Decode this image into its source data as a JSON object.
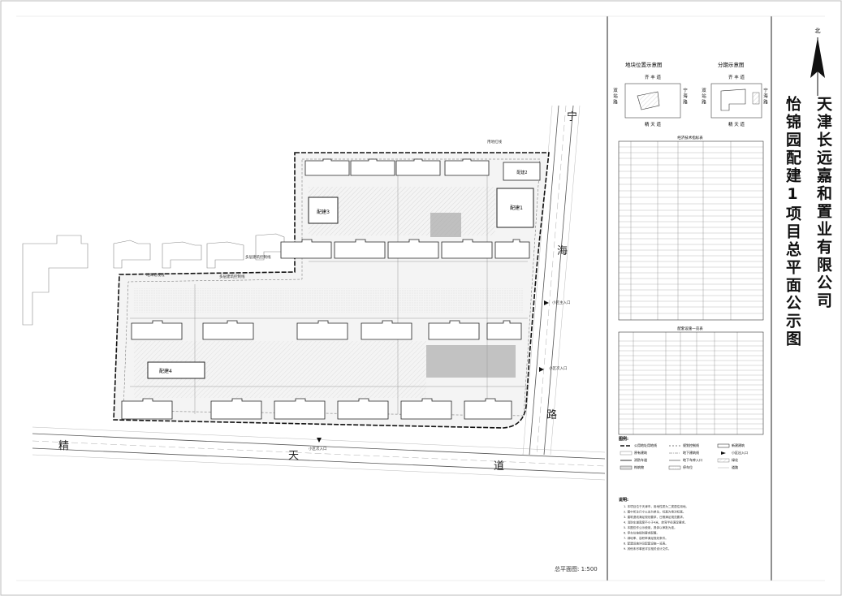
{
  "title": {
    "company": "天津长远嘉和置业有限公司",
    "project": "怡锦园配建1项目总平面公示图"
  },
  "north_label": "北",
  "scale_label": "总平面图: 1:500",
  "roads": {
    "east": [
      "宁",
      "海",
      "路"
    ],
    "south": [
      "精",
      "天",
      "道"
    ]
  },
  "buildings": {
    "pj1": "配建1",
    "pj2": "配建2",
    "pj3": "配建3",
    "pj4": "配建4"
  },
  "site_labels": {
    "entrance_main": "小区主入口",
    "entrance_secondary": "小区次入口",
    "entrance_south": "小区次入口",
    "boundary": "用地红线",
    "control_a": "多层建筑控制线",
    "control_b": "多层建筑控制线",
    "control_c": "地库退线线"
  },
  "panels": {
    "location_title": "地块位置示意图",
    "phase_title": "分期示意图",
    "loc_roads": {
      "top": "齐 丰 道",
      "left": "双 站 路",
      "right": "宁 海 路",
      "bottom": "精 天 道"
    },
    "econ_title": "经济技术指标表",
    "facility_title": "配套设施一览表",
    "legend_title": "图例:",
    "notes_title": "说明:"
  },
  "legend": [
    {
      "label": "公用地址用地线"
    },
    {
      "label": "规划控制线"
    },
    {
      "label": "新建建筑"
    },
    {
      "label": "原有建筑"
    },
    {
      "label": "地下建筑线"
    },
    {
      "label": "小区出入口"
    },
    {
      "label": "消防车道"
    },
    {
      "label": "地下车库入口"
    },
    {
      "label": "绿化"
    },
    {
      "label": "构筑物"
    },
    {
      "label": "停车位"
    },
    {
      "label": "道路"
    }
  ],
  "notes": [
    "1. 本项目位于天津市，用地性质为二类居住用地。",
    "2. 图中所注尺寸以米为单位，标高为绝对标高。",
    "3. 建筑退线满足规划要求，日照满足规范要求。",
    "4. 消防车道宽度不小于4米，转弯半径满足要求。",
    "5. 本图仅作公示使用，具体以审批为准。",
    "6. 停车位按规划要求配置。",
    "7. 绿地率、容积率满足规划条件。",
    "8. 配建设施详见配套设施一览表。",
    "9. 其他未尽事宜详见相关设计文件。"
  ]
}
